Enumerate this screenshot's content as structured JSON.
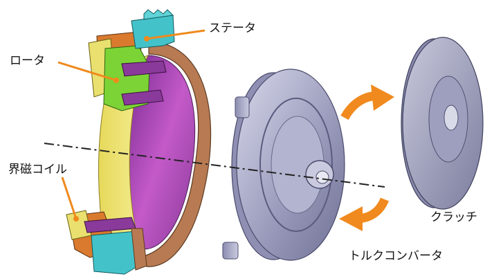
{
  "labels": {
    "stator": "ステータ",
    "rotor": "ロータ",
    "field_coil": "界磁コイル",
    "clutch": "クラッチ",
    "torque_converter": "トルクコンバータ"
  },
  "colors": {
    "leader": "#ef8a1c",
    "arrow": "#f08a1e",
    "axis": "#222222",
    "rotor_green": "#7cd336",
    "stator_cyan": "#43c3c9",
    "yellow_ring": "#efe36a",
    "purple_inner": "#9a3aa8",
    "brown_rim": "#b87a52",
    "metal": "#a7a8c7"
  }
}
